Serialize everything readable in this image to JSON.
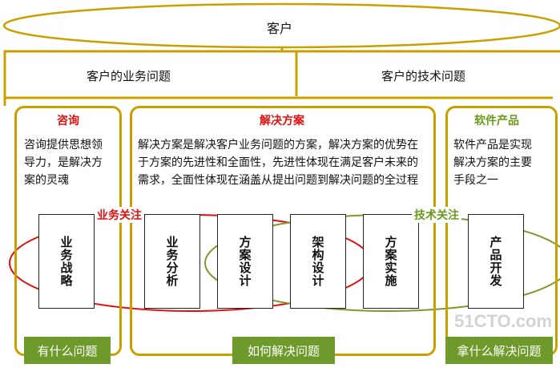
{
  "customer": {
    "label": "客户"
  },
  "problems": {
    "business": "客户的业务问题",
    "technical": "客户的技术问题"
  },
  "panels": {
    "consulting": {
      "title": "咨询",
      "desc_lines": [
        "咨询提供思想领",
        "导力，是解决方",
        "案的灵魂"
      ],
      "bar": "有什么问题"
    },
    "solution": {
      "title": "解决方案",
      "desc_lines": [
        "解决方案是解决客户业务问题的方案，解决方案的优势在",
        "于方案的先进性和全面性，先进性体现在满足客户未来的",
        "需求，全面性体现在涵盖从提出问题到解决问题的全过程"
      ],
      "bar": "如何解决问题"
    },
    "software": {
      "title": "软件产品",
      "desc_lines": [
        "软件产品是实现",
        "解决方案的主要",
        "手段之一"
      ],
      "bar": "拿什么解决问题"
    }
  },
  "focus": {
    "business": "业务关注",
    "technical": "技术关注"
  },
  "boxes": [
    "业务战略",
    "业务分析",
    "方案设计",
    "架构设计",
    "方案实施",
    "产品开发"
  ],
  "colors": {
    "panel_border": "#c8a000",
    "business_focus": "#e01010",
    "technical_focus": "#7a9a2a",
    "bar_green": "#6d9a2a"
  },
  "watermark": "51CTO.com"
}
